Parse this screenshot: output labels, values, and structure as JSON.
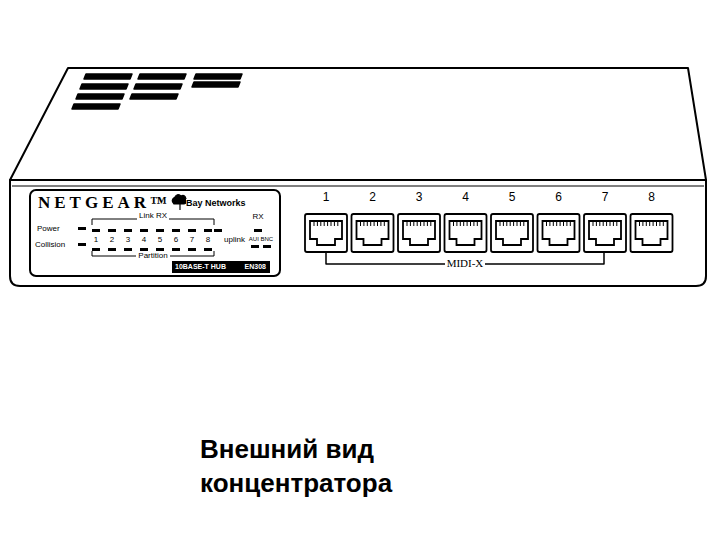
{
  "diagram": {
    "caption": "Внешний вид концентратора",
    "labels": [
      "NETGEAR™",
      "Bay Networks",
      "Link RX",
      "RX",
      "Power",
      "1",
      "2",
      "3",
      "4",
      "5",
      "6",
      "7",
      "8",
      "uplink",
      "AUI BNC",
      "Collision",
      "Partition",
      "10BASE-T HUB",
      "EN308",
      "1",
      "2",
      "3",
      "4",
      "5",
      "6",
      "7",
      "8",
      "MIDI-X"
    ]
  }
}
